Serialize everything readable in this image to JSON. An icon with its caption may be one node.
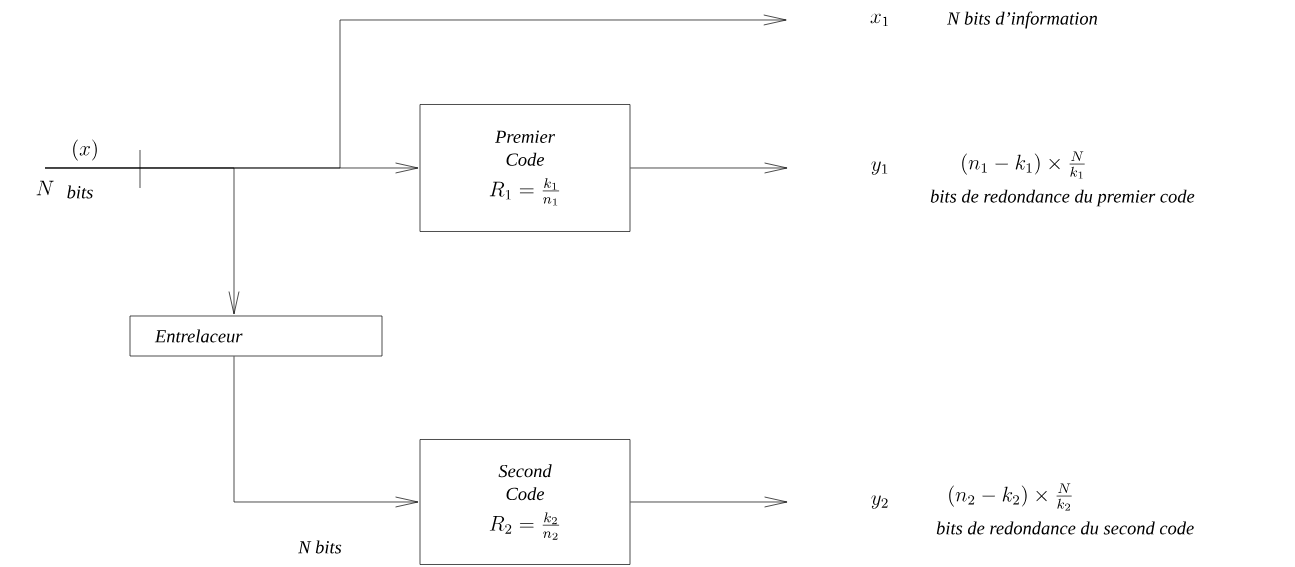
{
  "diagram": {
    "nodes": [
      {
        "text": [
          "Premier Code",
          "R_1 = \\frac{k_1}{n_1}"
        ]
      },
      {
        "text": [
          "Entrelaceur"
        ]
      },
      {
        "text": [
          "Second Code",
          "R_2 = \\frac{k_2}{n_2}"
        ]
      },
      {
        "text": [
          "x_1"
        ],
        "beside": [
          "N bits d’information"
        ]
      },
      {
        "text": [
          "y_1"
        ],
        "beside": [
          "(n_1 - k_1) \\times \\frac{N}{k_1}",
          "bits de redondance du premier code"
        ]
      },
      {
        "text": [
          "y_2"
        ],
        "beside": [
          "(n_2 - k_2) \\times \\frac{N}{k_2}",
          "bits de redondance du second code"
        ]
      }
    ],
    "edges": [
      {
        "from": null,
        "to": 3,
        "arrow": "to"
      },
      {
        "from": null,
        "to": 0,
        "arrow": "to"
      },
      {
        "from": null,
        "to": 1,
        "arrow": "to"
      },
      {
        "from": 1,
        "to": 2,
        "arrow": "to"
      },
      {
        "from": 0,
        "to": 4,
        "arrow": "to"
      },
      {
        "from": 2,
        "to": 5,
        "arrow": "to"
      }
    ],
    "labels": [
      "(x)",
      "N",
      "bits",
      "N bits"
    ]
  }
}
